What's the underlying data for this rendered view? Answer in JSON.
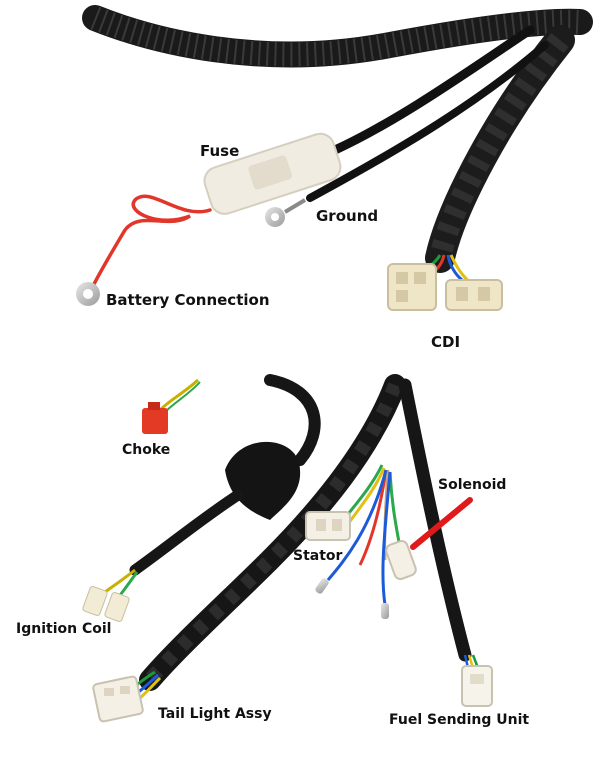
{
  "labels": {
    "fuse": "Fuse",
    "ground": "Ground",
    "battery": "Battery Connection",
    "cdi": "CDI",
    "choke": "Choke",
    "solenoid": "Solenoid",
    "stator": "Stator",
    "ignition_coil": "Ignition Coil",
    "tail_light": "Tail Light Assy",
    "fuel_sending": "Fuel Sending Unit"
  },
  "colors": {
    "wire": "#111111",
    "sleeve": "#1c1c1c",
    "red_wire": "#e2362b",
    "fuse_body": "#f1ece2",
    "connector": "#efe6c8",
    "choke_connector": "#e23a24",
    "terminal": "#c9c9c9",
    "pointer": "#e01a1a"
  }
}
